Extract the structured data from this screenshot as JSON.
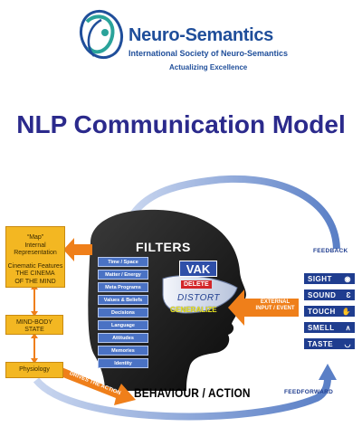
{
  "header": {
    "brand": "Neuro-Semantics",
    "subtitle": "International Society of Neuro-Semantics",
    "tagline": "Actualizing Excellence"
  },
  "title": "NLP Communication Model",
  "left_column": {
    "map_box": [
      "“Map”",
      "Internal Representation",
      "",
      "Cinematic Features",
      "THE CINEMA",
      "OF THE MIND"
    ],
    "mind_body": [
      "MIND-BODY",
      "STATE"
    ],
    "physiology": "Physiology"
  },
  "filters": {
    "label": "FILTERS",
    "items": [
      "Time / Space",
      "Matter / Energy",
      "Meta Programs",
      "Values & Beliefs",
      "Decisions",
      "Language",
      "Attitudes",
      "Memories",
      "Identity"
    ],
    "vak": "VAK",
    "delete": "DELETE",
    "distort": "DISTORT",
    "generalize": "GENERALIZE"
  },
  "external": [
    "EXTERNAL",
    "INPUT / EVENT"
  ],
  "senses": [
    {
      "label": "SIGHT",
      "icon": "eye-icon",
      "glyph": "◉"
    },
    {
      "label": "SOUND",
      "icon": "ear-icon",
      "glyph": "Ɛ"
    },
    {
      "label": "TOUCH",
      "icon": "hand-icon",
      "glyph": "✋"
    },
    {
      "label": "SMELL",
      "icon": "nose-icon",
      "glyph": "∧"
    },
    {
      "label": "TASTE",
      "icon": "mouth-icon",
      "glyph": "◡"
    }
  ],
  "feedback": "FEEDBACK",
  "feedforward": "FEEDFORWARD",
  "drives": "DRIVES THE ACTION",
  "behaviour": "BEHAVIOUR / ACTION",
  "colors": {
    "title": "#2b2a8c",
    "box_yellow": "#f3b722",
    "arrow_orange": "#ef7f1a",
    "filter_blue": "#4a72c4",
    "sense_blue": "#1f3d8f",
    "arc_blue": "#8fa8d8"
  }
}
